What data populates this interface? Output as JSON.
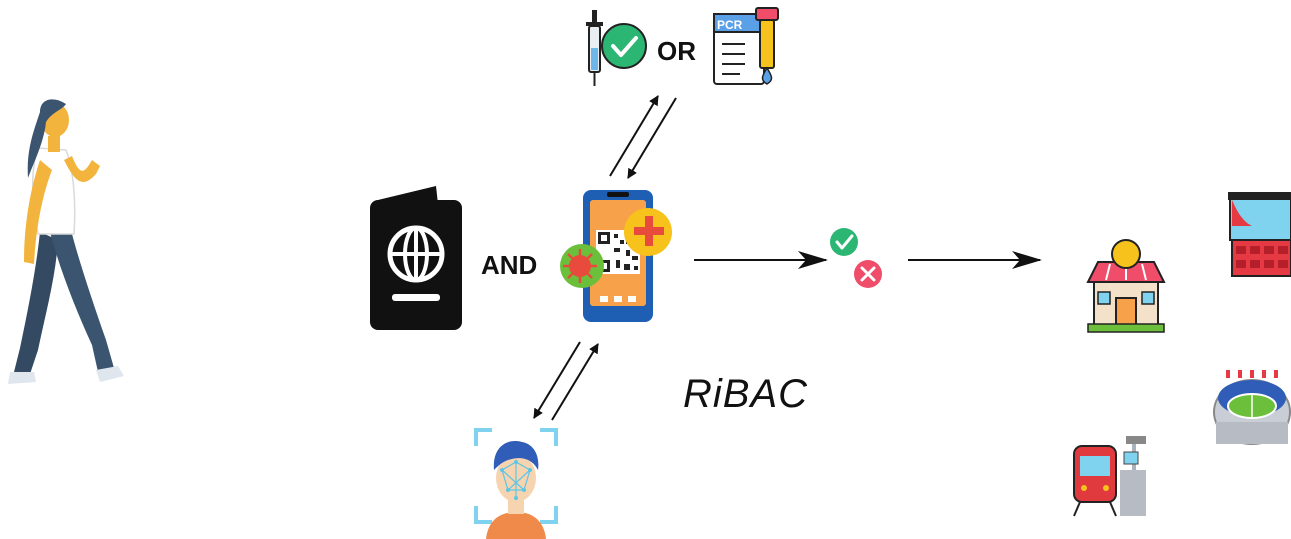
{
  "labels": {
    "or": "OR",
    "and": "AND",
    "pcr": "PCR",
    "system": "RiBAC"
  },
  "colors": {
    "passport": "#111111",
    "phone_blue": "#1e5fb4",
    "phone_screen": "#f7a24a",
    "check_green": "#2bb673",
    "cross_red": "#ef4d6a",
    "virus_green": "#6bbf3b",
    "virus_red": "#e84a3c",
    "badge_yellow": "#f7c21b",
    "train_red": "#e03a3e",
    "theater_red": "#e53a43"
  },
  "icons": [
    "walking-person-icon",
    "syringe-check-icon",
    "pcr-test-icon",
    "passport-icon",
    "digital-health-pass-phone-icon",
    "face-recognition-icon",
    "accept-reject-icon",
    "restaurant-icon",
    "theater-icon",
    "stadium-icon",
    "train-station-icon"
  ]
}
